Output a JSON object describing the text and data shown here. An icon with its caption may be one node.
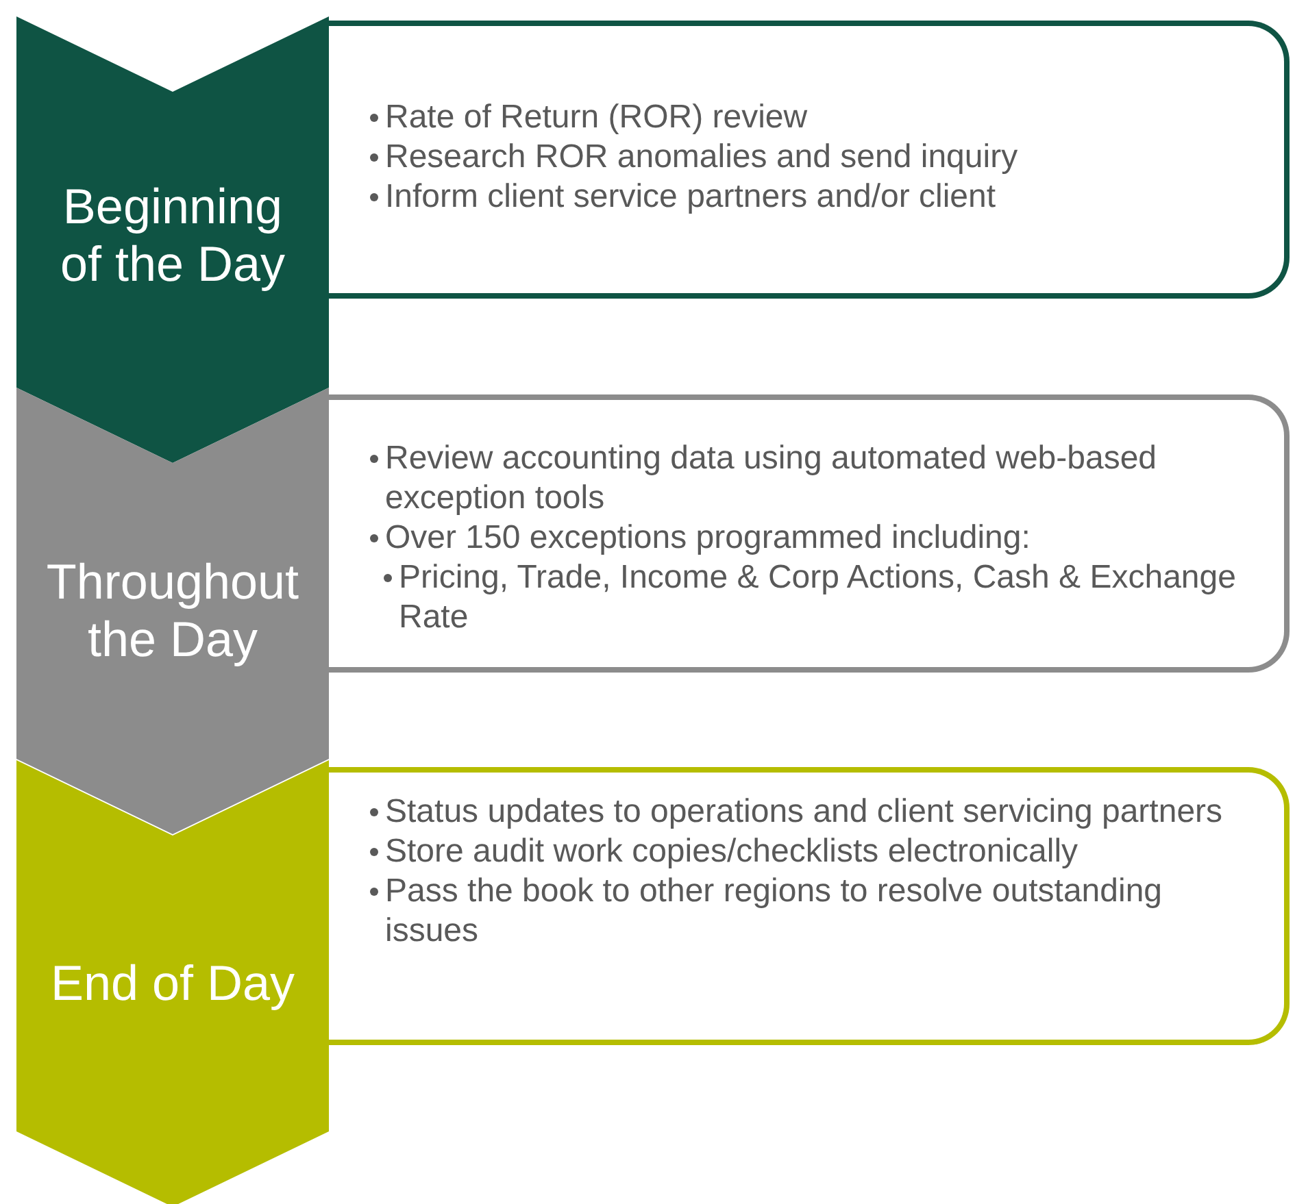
{
  "diagram": {
    "nodes": [
      {
        "text": [
          "Beginning of the Day"
        ]
      },
      {
        "text": [
          "Rate of Return (ROR) review",
          "Research ROR anomalies and send inquiry",
          "Inform client service partners and/or client"
        ]
      },
      {
        "text": [
          "Throughout the Day"
        ]
      },
      {
        "text": [
          "Review accounting data using automated web-based exception tools",
          "Over 150 exceptions programmed including:",
          "Pricing, Trade, Income & Corp Actions, Cash & Exchange Rate"
        ]
      },
      {
        "text": [
          "End of Day"
        ]
      },
      {
        "text": [
          "Status updates to operations and client servicing partners",
          "Store audit work copies/checklists electronically",
          "Pass the book to other regions to resolve outstanding issues"
        ]
      }
    ]
  }
}
